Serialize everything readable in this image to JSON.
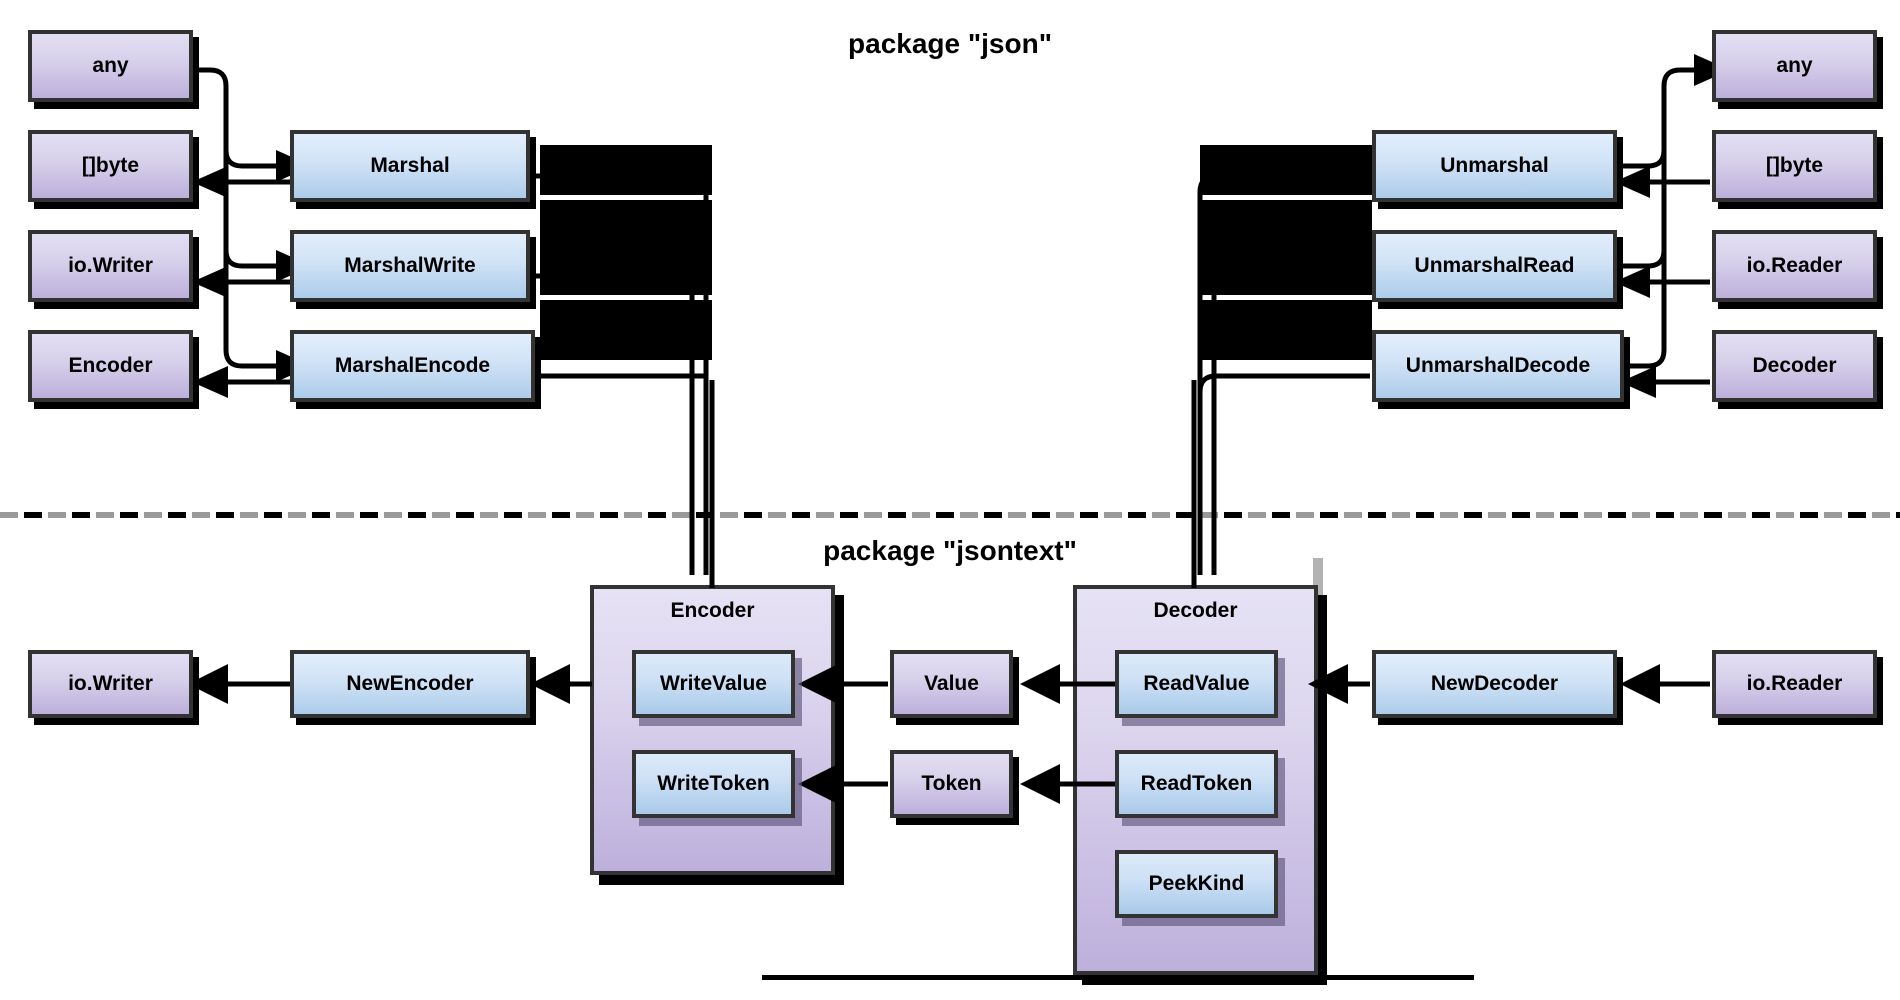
{
  "diagram": {
    "title_json": "package \"json\"",
    "title_jsontext": "package \"jsontext\"",
    "colors": {
      "type_box_top": "#e3dff3",
      "type_box_bottom": "#bdb0dc",
      "func_box_top": "#e2eefb",
      "func_box_bottom": "#acccea",
      "border": "#333333",
      "divider_dark": "#000000",
      "divider_light": "#9a9a9a",
      "edge": "#000000"
    }
  },
  "json_package": {
    "marshal_side": {
      "types": [
        {
          "label": "any"
        },
        {
          "label": "[]byte"
        },
        {
          "label": "io.Writer"
        },
        {
          "label": "Encoder"
        }
      ],
      "functions": [
        {
          "label": "Marshal"
        },
        {
          "label": "MarshalWrite"
        },
        {
          "label": "MarshalEncode"
        }
      ]
    },
    "unmarshal_side": {
      "types": [
        {
          "label": "any"
        },
        {
          "label": "[]byte"
        },
        {
          "label": "io.Reader"
        },
        {
          "label": "Decoder"
        }
      ],
      "functions": [
        {
          "label": "Unmarshal"
        },
        {
          "label": "UnmarshalRead"
        },
        {
          "label": "UnmarshalDecode"
        }
      ]
    }
  },
  "jsontext_package": {
    "encoder_chain": {
      "sink_type": {
        "label": "io.Writer"
      },
      "constructor": {
        "label": "NewEncoder"
      },
      "group": {
        "title": "Encoder",
        "methods": [
          {
            "label": "WriteValue"
          },
          {
            "label": "WriteToken"
          }
        ]
      }
    },
    "middle_types": [
      {
        "label": "Value"
      },
      {
        "label": "Token"
      }
    ],
    "decoder_chain": {
      "group": {
        "title": "Decoder",
        "methods": [
          {
            "label": "ReadValue"
          },
          {
            "label": "ReadToken"
          },
          {
            "label": "PeekKind"
          }
        ]
      },
      "constructor": {
        "label": "NewDecoder"
      },
      "source_type": {
        "label": "io.Reader"
      }
    }
  }
}
